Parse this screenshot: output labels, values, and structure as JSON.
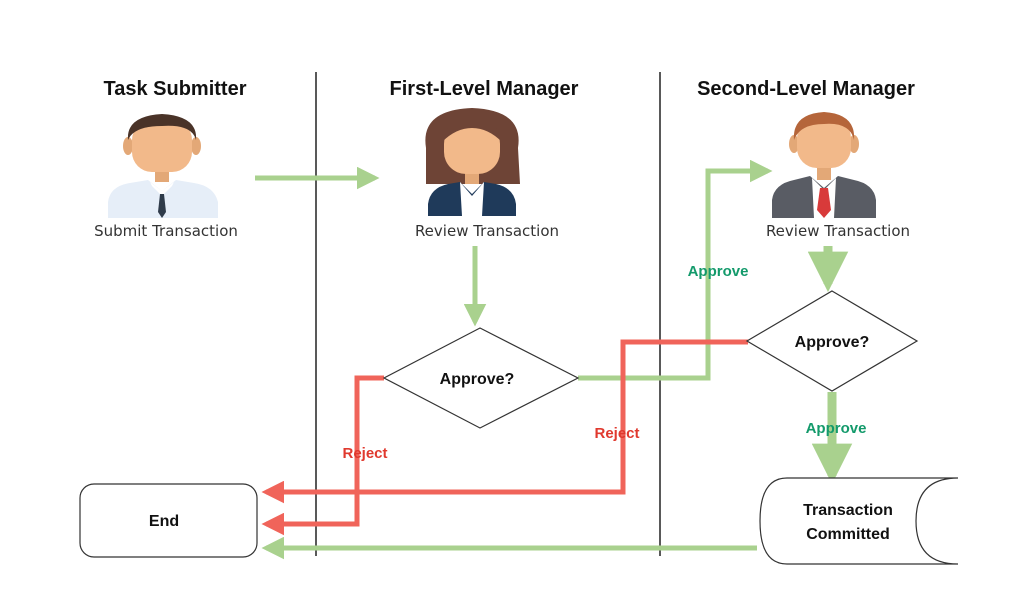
{
  "lanes": [
    {
      "title": "Task Submitter"
    },
    {
      "title": "First-Level Manager"
    },
    {
      "title": "Second-Level Manager"
    }
  ],
  "actors": {
    "submitter": {
      "caption": "Submit Transaction",
      "icon": "man-user-icon"
    },
    "first_manager": {
      "caption": "Review Transaction",
      "icon": "woman-user-icon"
    },
    "second_manager": {
      "caption": "Review Transaction",
      "icon": "man-with-tie-user-icon"
    }
  },
  "nodes": {
    "decision_first": "Approve?",
    "decision_second": "Approve?",
    "end": "End",
    "committed_line1": "Transaction",
    "committed_line2": "Committed"
  },
  "edge_labels": {
    "approve_first": "Approve",
    "approve_second": "Approve",
    "reject_first": "Reject",
    "reject_second": "Reject"
  },
  "colors": {
    "approve_arrow": "#a9d18e",
    "reject_arrow": "#f0645a",
    "approve_text": "#139a6b",
    "reject_text": "#e0392e",
    "lane_divider": "#222222"
  }
}
